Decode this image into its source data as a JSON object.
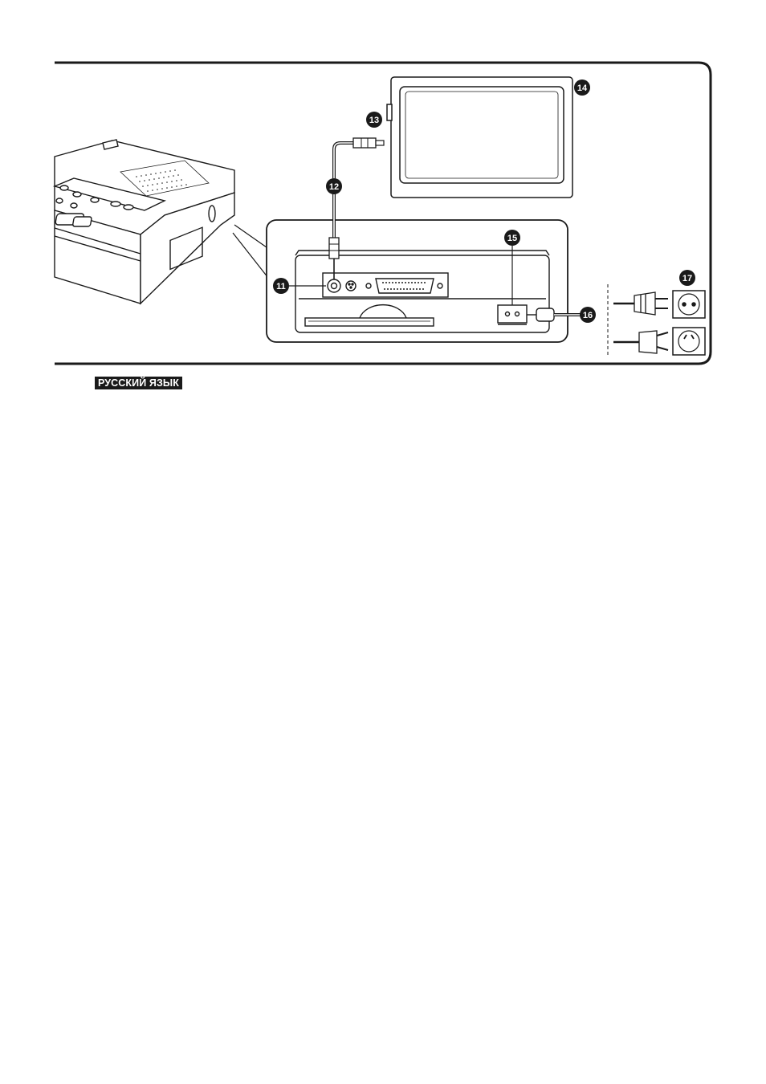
{
  "language_badge": "РУССКИЙ ЯЗЫК",
  "callouts": {
    "c11": "11",
    "c12": "12",
    "c13": "13",
    "c14": "14",
    "c15": "15",
    "c16": "16",
    "c17": "17"
  },
  "colors": {
    "ink": "#1a1a1a",
    "paper": "#ffffff",
    "badge_bg": "#1a1a1a"
  }
}
